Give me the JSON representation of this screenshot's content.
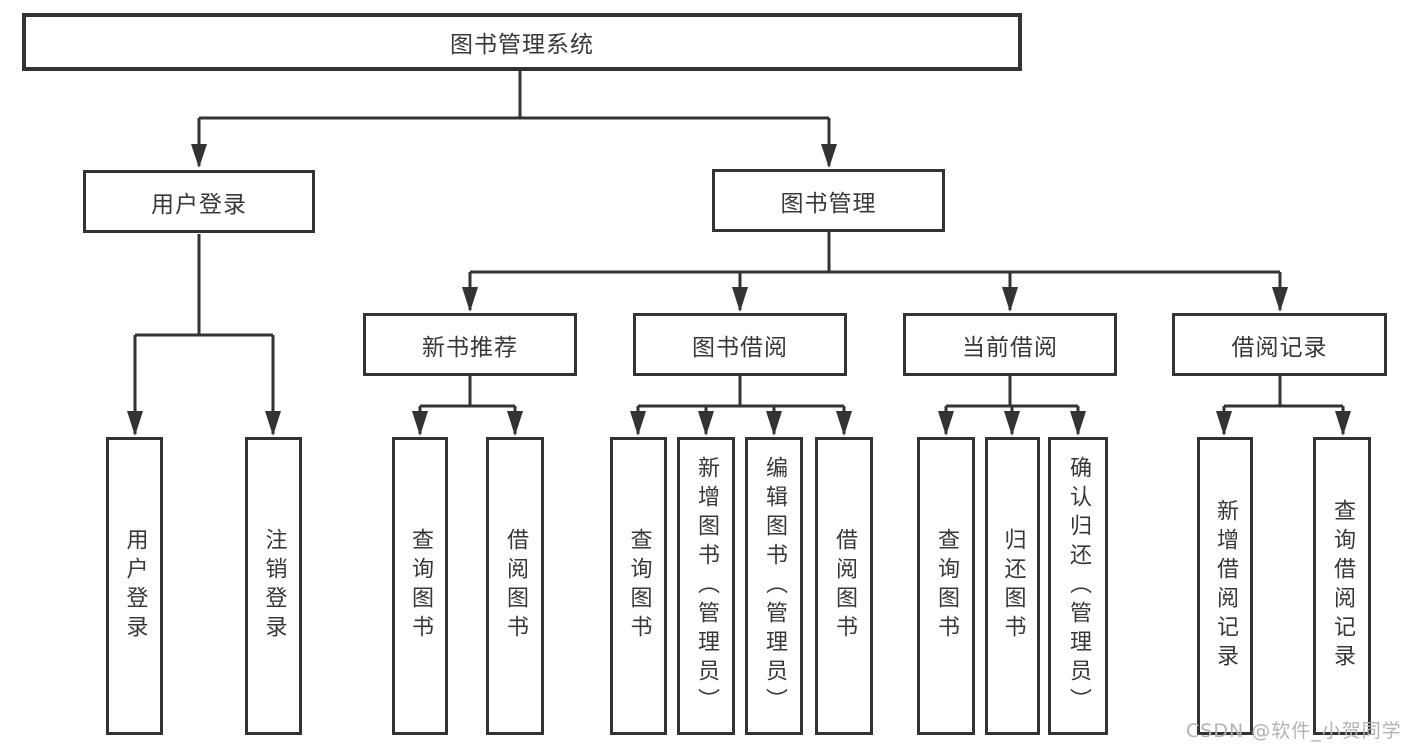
{
  "diagram": {
    "title": "图书管理系统",
    "tree": {
      "root": {
        "label": "图书管理系统"
      },
      "branches": [
        {
          "label": "用户登录",
          "leaves": [
            {
              "label": "用户登录"
            },
            {
              "label": "注销登录"
            }
          ]
        },
        {
          "label": "图书管理",
          "sections": [
            {
              "label": "新书推荐",
              "leaves": [
                {
                  "label": "查询图书"
                },
                {
                  "label": "借阅图书"
                }
              ]
            },
            {
              "label": "图书借阅",
              "leaves": [
                {
                  "label": "查询图书"
                },
                {
                  "label": "新增图书（管理员）"
                },
                {
                  "label": "编辑图书（管理员）"
                },
                {
                  "label": "借阅图书"
                }
              ]
            },
            {
              "label": "当前借阅",
              "leaves": [
                {
                  "label": "查询图书"
                },
                {
                  "label": "归还图书"
                },
                {
                  "label": "确认归还（管理员）"
                }
              ]
            },
            {
              "label": "借阅记录",
              "leaves": [
                {
                  "label": "新增借阅记录"
                },
                {
                  "label": "查询借阅记录"
                }
              ]
            }
          ]
        }
      ]
    },
    "colors": {
      "line": "#333333",
      "text": "#383838",
      "background": "#ffffff",
      "watermark_color": "#b3b3b3"
    }
  },
  "watermark": "CSDN @软件_小贺同学"
}
